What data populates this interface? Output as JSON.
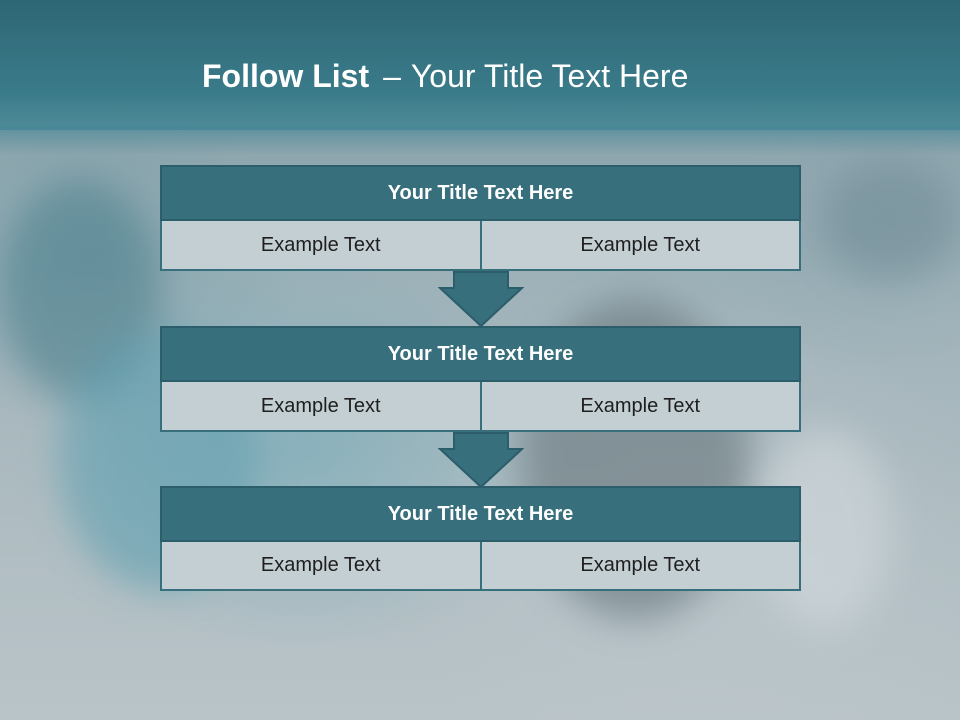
{
  "slide": {
    "title_bold": "Follow List",
    "title_separator": "–",
    "title_rest": "Your Title Text Here"
  },
  "steps": [
    {
      "title": "Your Title Text Here",
      "left": "Example Text",
      "right": "Example Text"
    },
    {
      "title": "Your Title Text Here",
      "left": "Example Text",
      "right": "Example Text"
    },
    {
      "title": "Your Title Text Here",
      "left": "Example Text",
      "right": "Example Text"
    }
  ],
  "colors": {
    "header": "#376f7c",
    "cell": "#c4cfd3",
    "banner": "#2e6675"
  }
}
